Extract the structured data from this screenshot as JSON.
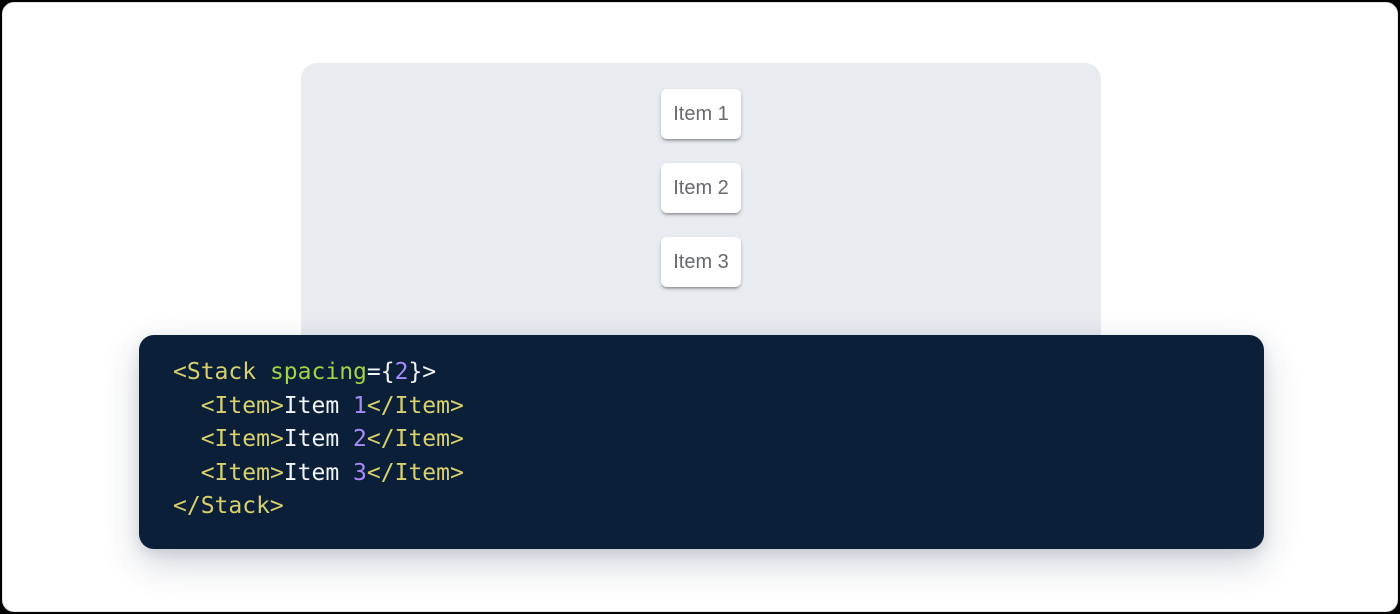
{
  "page": {
    "bg": "#ffffff",
    "border_color": "#e3e7eb"
  },
  "demo": {
    "panel_bg": "#e8ebf0",
    "item_text_color": "#66696e",
    "items": [
      "Item 1",
      "Item 2",
      "Item 3"
    ]
  },
  "code": {
    "bg": "#0b2038",
    "colors": {
      "tag": "#d8d06c",
      "attr": "#a0d24a",
      "num": "#a78bfa",
      "plain": "#f2f5f9"
    },
    "lines": [
      [
        {
          "type": "tag",
          "text": "<Stack"
        },
        {
          "type": "plain",
          "text": " "
        },
        {
          "type": "attr",
          "text": "spacing"
        },
        {
          "type": "plain",
          "text": "={"
        },
        {
          "type": "num",
          "text": "2"
        },
        {
          "type": "plain",
          "text": "}>"
        }
      ],
      [
        {
          "type": "plain",
          "text": "  "
        },
        {
          "type": "tag",
          "text": "<Item>"
        },
        {
          "type": "plain",
          "text": "Item "
        },
        {
          "type": "num",
          "text": "1"
        },
        {
          "type": "tag",
          "text": "</Item>"
        }
      ],
      [
        {
          "type": "plain",
          "text": "  "
        },
        {
          "type": "tag",
          "text": "<Item>"
        },
        {
          "type": "plain",
          "text": "Item "
        },
        {
          "type": "num",
          "text": "2"
        },
        {
          "type": "tag",
          "text": "</Item>"
        }
      ],
      [
        {
          "type": "plain",
          "text": "  "
        },
        {
          "type": "tag",
          "text": "<Item>"
        },
        {
          "type": "plain",
          "text": "Item "
        },
        {
          "type": "num",
          "text": "3"
        },
        {
          "type": "tag",
          "text": "</Item>"
        }
      ],
      [
        {
          "type": "tag",
          "text": "</Stack>"
        }
      ]
    ]
  }
}
